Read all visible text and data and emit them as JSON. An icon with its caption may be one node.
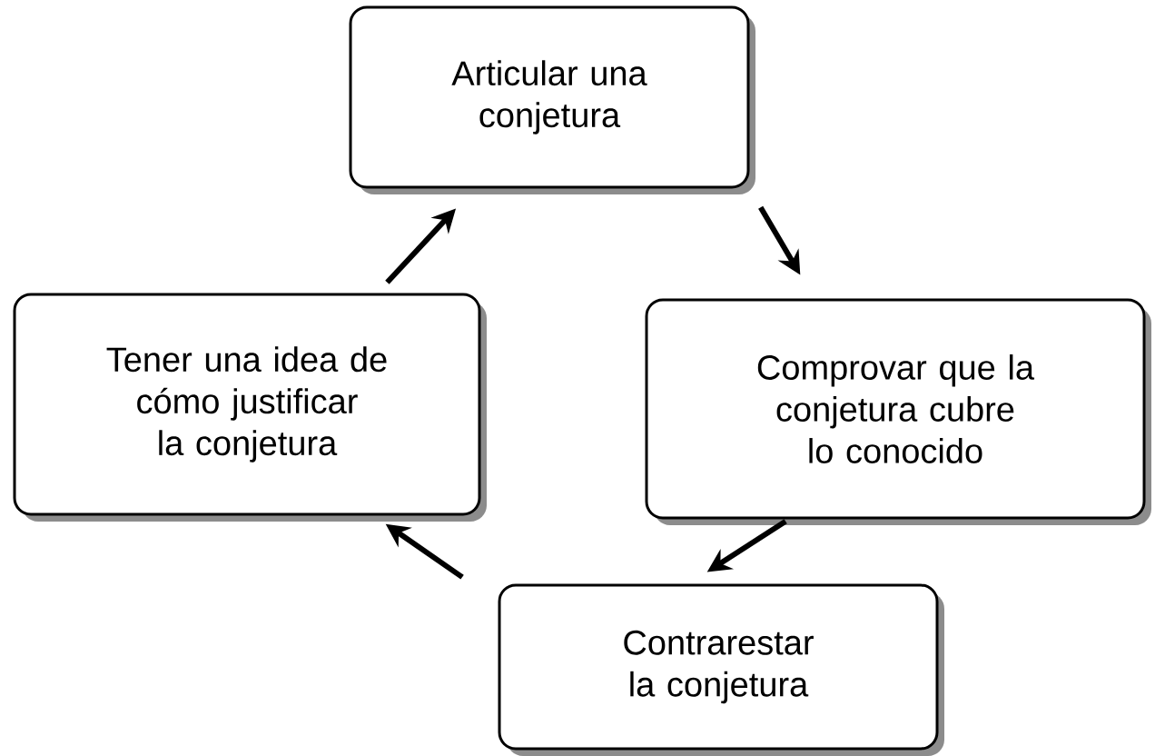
{
  "diagram": {
    "nodes": [
      {
        "text": [
          "Articular una conjetura"
        ]
      },
      {
        "text": [
          "Comprovar que la conjetura cubre lo conocido"
        ]
      },
      {
        "text": [
          "Contrarestar la conjetura"
        ]
      },
      {
        "text": [
          "Tener una idea de cómo justificar la conjetura"
        ]
      }
    ],
    "edges": [
      {
        "from": 0,
        "to": 1,
        "arrow": "to"
      },
      {
        "from": 1,
        "to": 2,
        "arrow": "to"
      },
      {
        "from": 2,
        "to": 3,
        "arrow": "to"
      },
      {
        "from": 3,
        "to": 0,
        "arrow": "to"
      }
    ]
  }
}
